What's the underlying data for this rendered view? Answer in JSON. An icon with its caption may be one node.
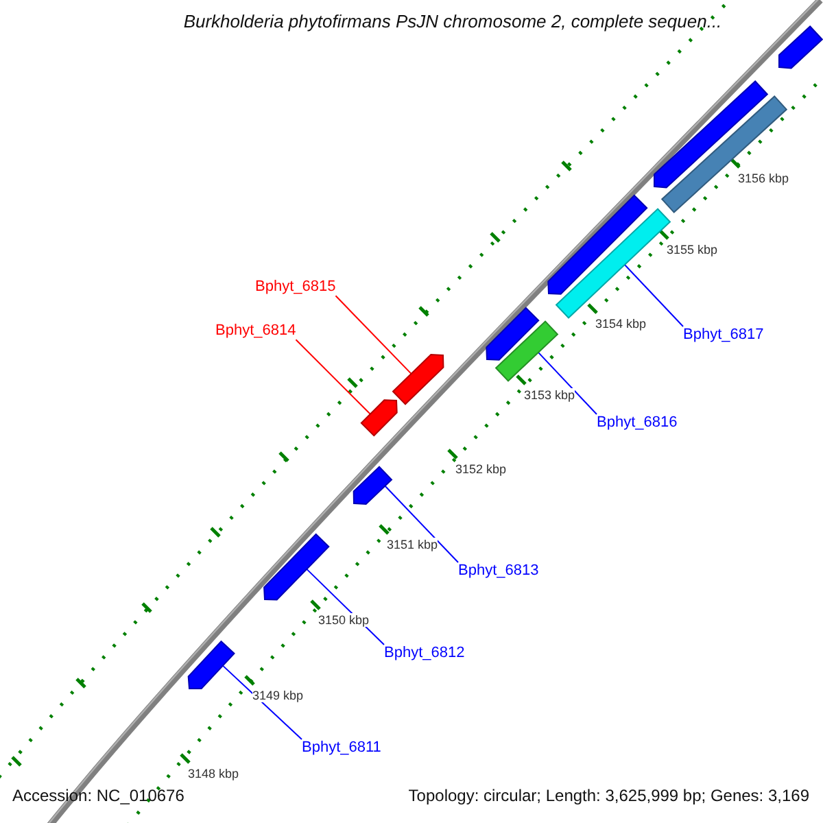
{
  "diagram": {
    "title": "Burkholderia phytofirmans PsJN chromosome 2, complete sequen...",
    "nodes": [
      {
        "text": [
          "Bphyt_6815"
        ]
      },
      {
        "text": [
          "Bphyt_6814"
        ]
      },
      {
        "text": [
          "Bphyt_6817"
        ]
      },
      {
        "text": [
          "Bphyt_6816"
        ]
      },
      {
        "text": [
          "Bphyt_6813"
        ]
      },
      {
        "text": [
          "Bphyt_6812"
        ]
      },
      {
        "text": [
          "Bphyt_6811"
        ]
      },
      {
        "text": [],
        "shape": "arrow"
      },
      {
        "text": [],
        "shape": "arrow"
      },
      {
        "text": [],
        "shape": "arrow"
      },
      {
        "text": [],
        "shape": "arrow"
      },
      {
        "text": [],
        "shape": "arrow"
      },
      {
        "text": [],
        "shape": "arrow"
      },
      {
        "text": [],
        "shape": "bar"
      },
      {
        "text": [],
        "shape": "arrow"
      },
      {
        "text": [],
        "shape": "bar"
      },
      {
        "text": [],
        "shape": "arrow"
      },
      {
        "text": [],
        "shape": "bar"
      },
      {
        "text": [],
        "shape": "arrow"
      }
    ],
    "edges": [
      {
        "from": 0,
        "to": 11,
        "arrow": "none",
        "color": "#ff0000"
      },
      {
        "from": 1,
        "to": 10,
        "arrow": "none",
        "color": "#ff0000"
      },
      {
        "from": 2,
        "to": 15,
        "arrow": "none"
      },
      {
        "from": 3,
        "to": 13,
        "arrow": "none"
      },
      {
        "from": 4,
        "to": 9,
        "arrow": "none"
      },
      {
        "from": 5,
        "to": 8,
        "arrow": "none"
      },
      {
        "from": 6,
        "to": 7,
        "arrow": "none"
      }
    ],
    "labels": [
      "3156 kbp",
      "3155 kbp",
      "3154 kbp",
      "3153 kbp",
      "3152 kbp",
      "3151 kbp",
      "3150 kbp",
      "3149 kbp",
      "3148 kbp",
      "Accession: NC_010676",
      "Topology: circular; Length: 3,625,999 bp; Genes: 3,169"
    ]
  }
}
